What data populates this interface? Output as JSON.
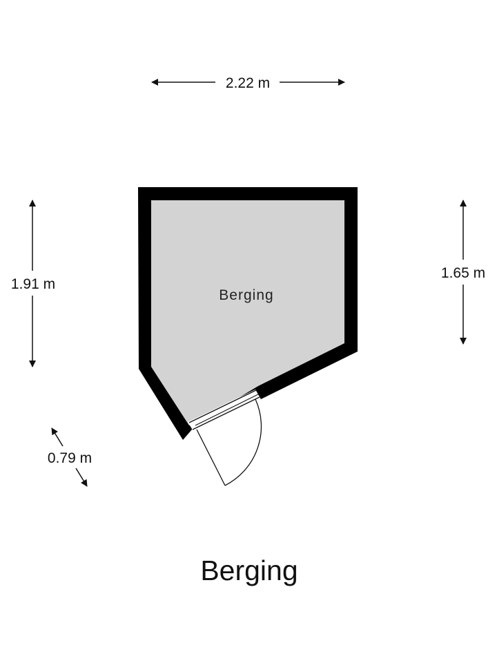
{
  "room": {
    "label": "Berging"
  },
  "title": "Berging",
  "dimensions": {
    "top_width": "2.22 m",
    "left_height": "1.91 m",
    "right_height": "1.65 m",
    "diagonal": "0.79 m"
  },
  "colors": {
    "wall": "#000000",
    "floor": "#d3d3d3",
    "background": "#ffffff",
    "line": "#111111"
  }
}
